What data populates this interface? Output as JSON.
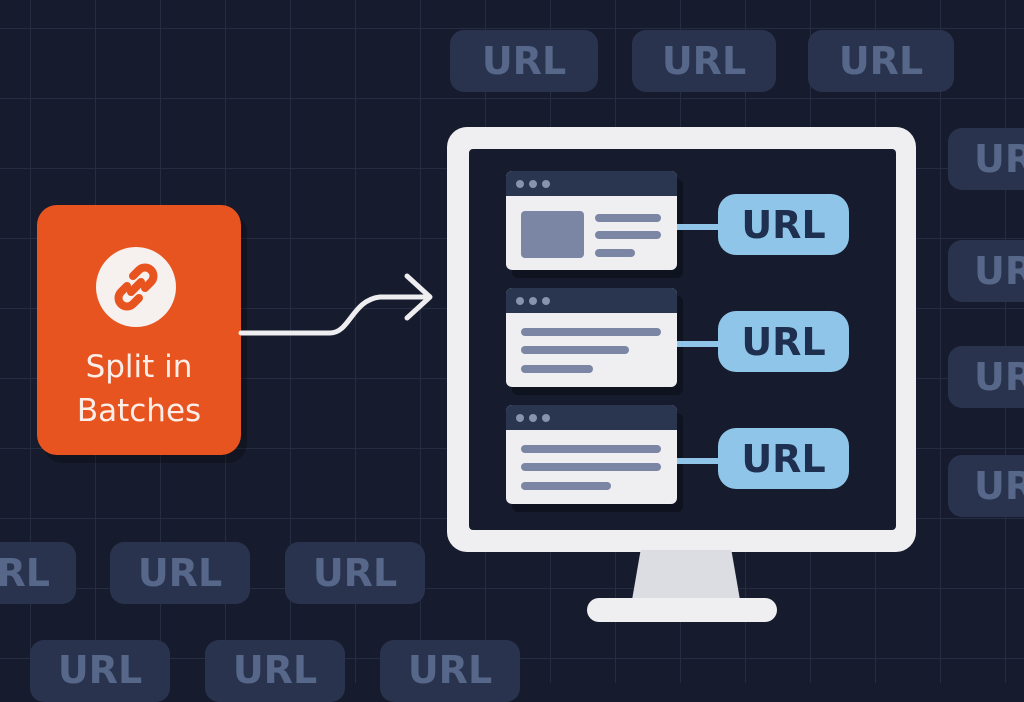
{
  "background_tags": {
    "label": "URL",
    "clipped_right": "UR",
    "clipped_left": "RL"
  },
  "node": {
    "title_line1": "Split in",
    "title_line2": "Batches",
    "icon": "link-icon",
    "color": "#e8541f"
  },
  "monitor": {
    "rows": [
      {
        "url_label": "URL",
        "layout": "image-and-lines"
      },
      {
        "url_label": "URL",
        "layout": "lines"
      },
      {
        "url_label": "URL",
        "layout": "lines"
      }
    ],
    "url_color": "#8ec5e8"
  }
}
